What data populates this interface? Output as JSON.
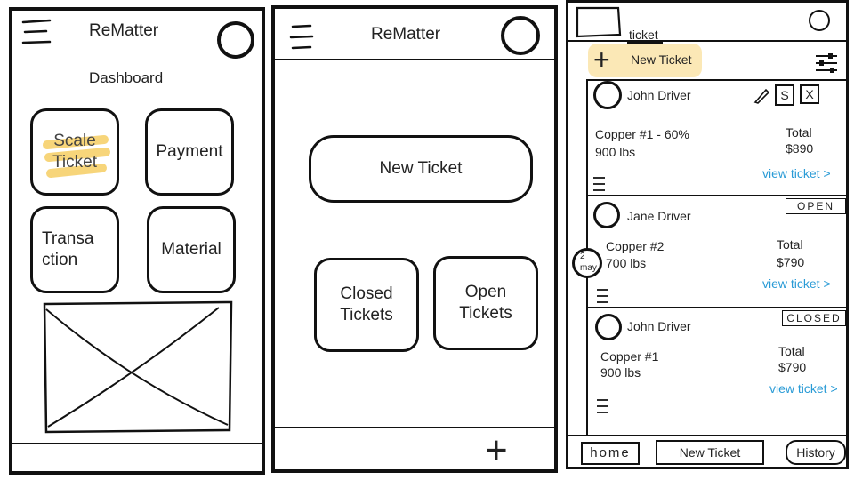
{
  "panel1": {
    "app_title": "ReMatter",
    "section_title": "Dashboard",
    "tiles": [
      "Scale\nTicket",
      "Payment",
      "Transa\nction",
      "Material"
    ]
  },
  "panel2": {
    "app_title": "ReMatter",
    "new_ticket": "New Ticket",
    "closed_tickets": "Closed\nTickets",
    "open_tickets": "Open\nTickets",
    "add_symbol": "+"
  },
  "panel3": {
    "search_value": "ticket",
    "new_ticket": "New Ticket",
    "tickets": [
      {
        "driver": "John Driver",
        "material": "Copper #1 - 60%",
        "weight": "900 lbs",
        "total_label": "Total",
        "total": "$890",
        "link": "view ticket >",
        "status": "",
        "actions": [
          "S",
          "X"
        ]
      },
      {
        "driver": "Jane Driver",
        "material": "Copper #2",
        "weight": "700 lbs",
        "total_label": "Total",
        "total": "$790",
        "link": "view ticket >",
        "status": "OPEN"
      },
      {
        "driver": "John Driver",
        "material": "Copper #1",
        "weight": "900 lbs",
        "total_label": "Total",
        "total": "$790",
        "link": "view ticket >",
        "status": "CLOSED"
      }
    ],
    "date_badge": [
      "2",
      "may"
    ],
    "footer": {
      "home": "home",
      "new_ticket": "New Ticket",
      "history": "History"
    }
  },
  "colors": {
    "highlight": "#f7d57a",
    "link": "#2a9bd6",
    "ink": "#111111"
  }
}
